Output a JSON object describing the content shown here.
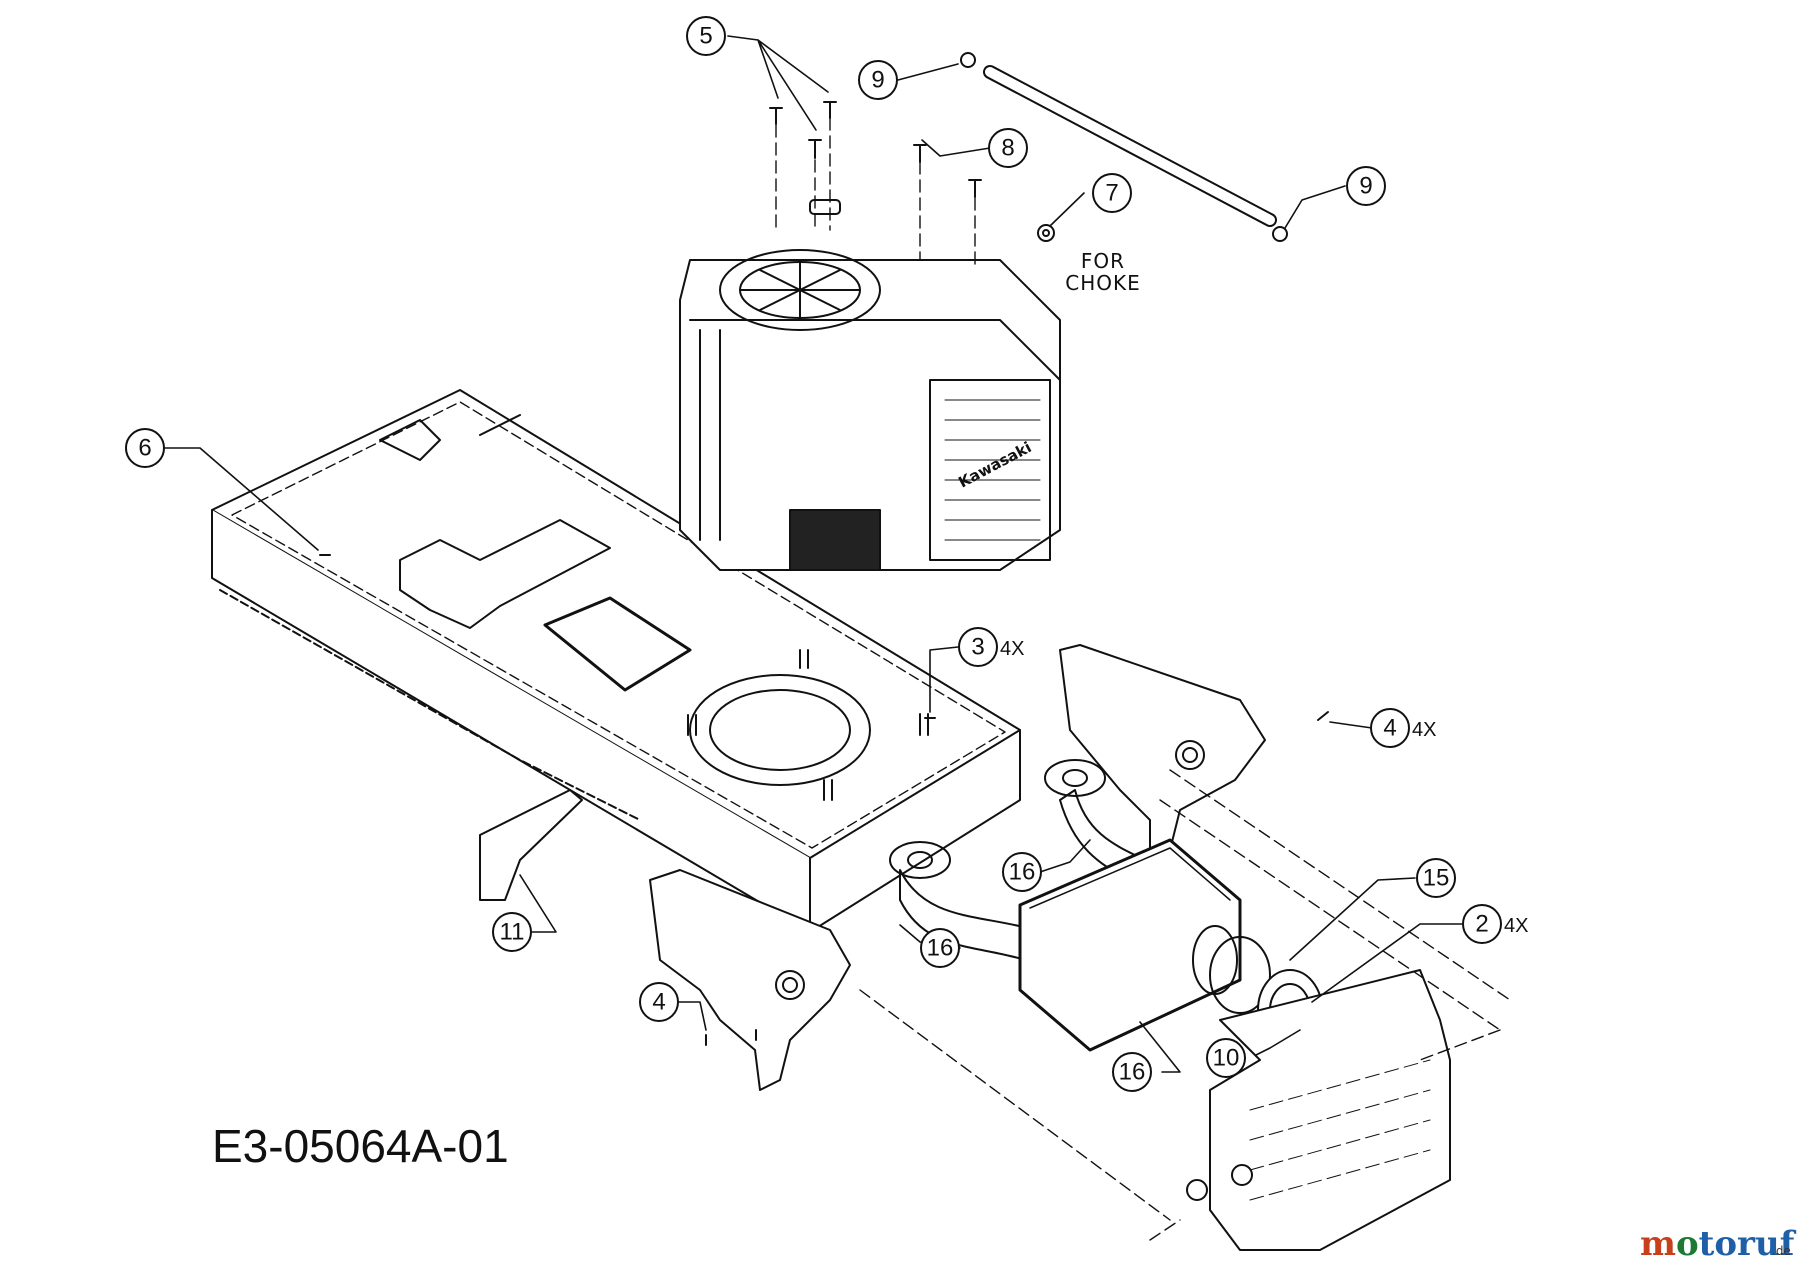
{
  "diagram": {
    "code": "E3-05064A-01",
    "note_lines": [
      "FOR",
      "CHOKE"
    ],
    "watermark": {
      "m": "m",
      "o1": "o",
      "rest": "toruf",
      "de": ".de"
    },
    "engine_brand": "Kawasaki",
    "callouts": [
      "5",
      "9",
      "8",
      "7",
      "9",
      "6",
      "3",
      "4",
      "16",
      "15",
      "2",
      "16",
      "11",
      "4",
      "16",
      "10"
    ],
    "quantities": [
      "4X",
      "4X",
      "4X"
    ],
    "colors": {
      "line": "#111111",
      "background": "#ffffff",
      "brand_m": "#c7401b",
      "brand_o": "#1e7a32",
      "brand_rest": "#1f5fa8"
    }
  }
}
